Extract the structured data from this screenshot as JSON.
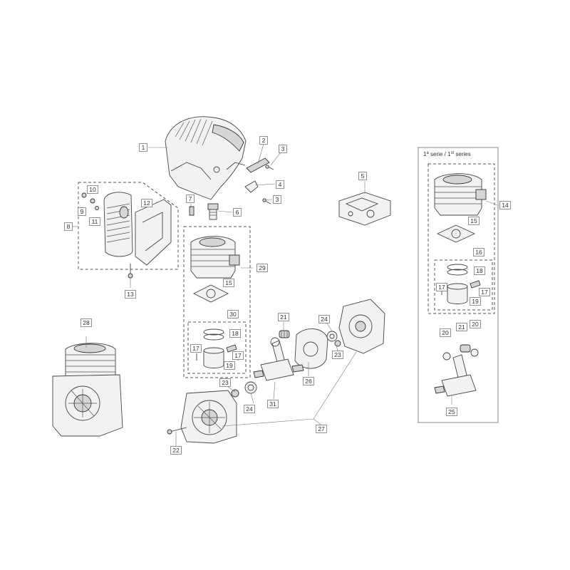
{
  "series_box": {
    "title_pre": "1",
    "title_sup1": "a",
    "title_mid": " serie / 1",
    "title_sup2": "st",
    "title_post": " series"
  },
  "highlight_color": "#f5a05a",
  "labels": [
    {
      "id": "1",
      "text": "1"
    },
    {
      "id": "2",
      "text": "2"
    },
    {
      "id": "3a",
      "text": "3"
    },
    {
      "id": "3b",
      "text": "3"
    },
    {
      "id": "4",
      "text": "4",
      "highlighted": true
    },
    {
      "id": "5",
      "text": "5"
    },
    {
      "id": "6",
      "text": "6"
    },
    {
      "id": "7",
      "text": "7"
    },
    {
      "id": "8",
      "text": "8"
    },
    {
      "id": "9",
      "text": "9"
    },
    {
      "id": "10",
      "text": "10"
    },
    {
      "id": "11",
      "text": "11"
    },
    {
      "id": "12",
      "text": "12"
    },
    {
      "id": "13",
      "text": "13"
    },
    {
      "id": "14",
      "text": "14"
    },
    {
      "id": "15a",
      "text": "15"
    },
    {
      "id": "15b",
      "text": "15"
    },
    {
      "id": "16",
      "text": "16"
    },
    {
      "id": "17a",
      "text": "17"
    },
    {
      "id": "17b",
      "text": "17"
    },
    {
      "id": "17c",
      "text": "17"
    },
    {
      "id": "17d",
      "text": "17"
    },
    {
      "id": "18a",
      "text": "18"
    },
    {
      "id": "18b",
      "text": "18"
    },
    {
      "id": "19a",
      "text": "19"
    },
    {
      "id": "19b",
      "text": "19"
    },
    {
      "id": "20a",
      "text": "20"
    },
    {
      "id": "20b",
      "text": "20"
    },
    {
      "id": "21a",
      "text": "21"
    },
    {
      "id": "21b",
      "text": "21"
    },
    {
      "id": "22",
      "text": "22"
    },
    {
      "id": "23a",
      "text": "23"
    },
    {
      "id": "23b",
      "text": "23"
    },
    {
      "id": "24a",
      "text": "24"
    },
    {
      "id": "24b",
      "text": "24"
    },
    {
      "id": "25",
      "text": "25"
    },
    {
      "id": "26",
      "text": "26"
    },
    {
      "id": "27",
      "text": "27"
    },
    {
      "id": "28",
      "text": "28"
    },
    {
      "id": "29",
      "text": "29"
    },
    {
      "id": "30",
      "text": "30"
    },
    {
      "id": "31",
      "text": "31"
    }
  ]
}
